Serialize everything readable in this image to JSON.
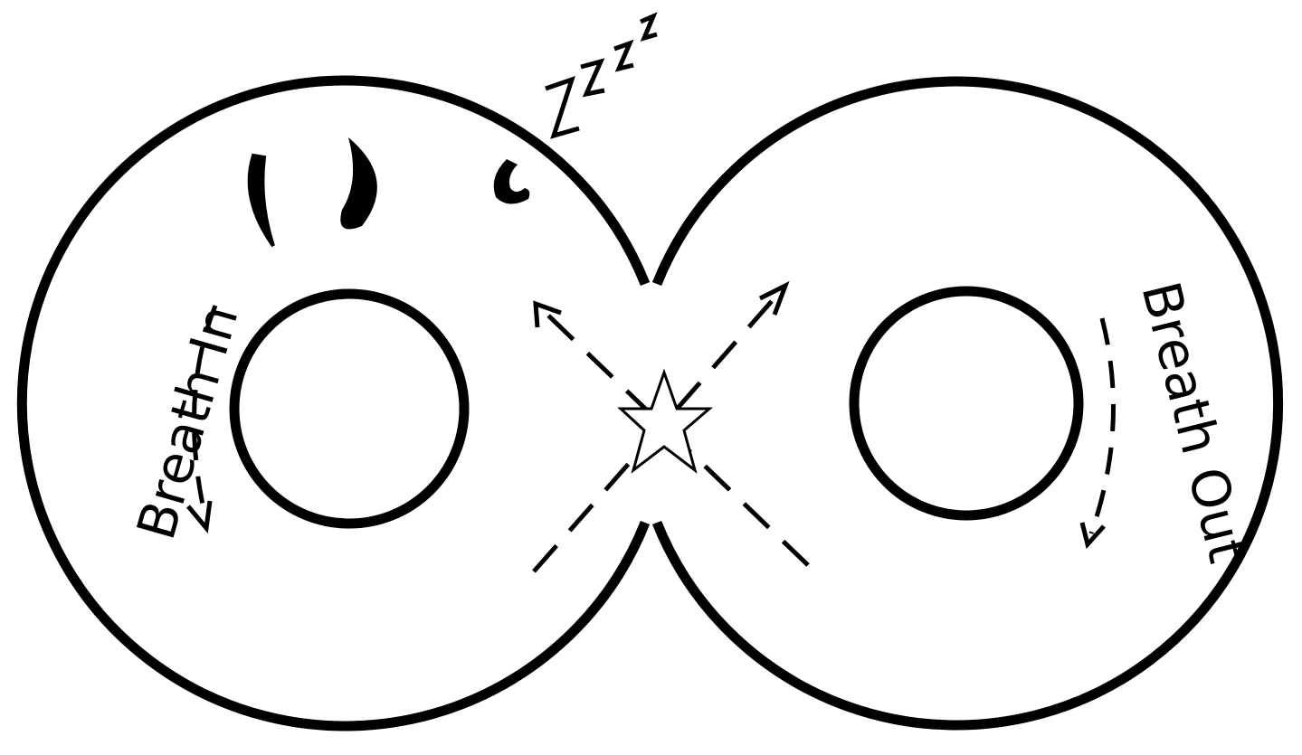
{
  "labels": {
    "left": "Breath In",
    "right": "Breath Out",
    "sleep": [
      "Z",
      "Z",
      "Z",
      "Z"
    ]
  },
  "colors": {
    "ink": "#000000",
    "paper": "#ffffff"
  },
  "icons": {
    "center": "star-icon",
    "face": "sleeping-face-icon"
  }
}
